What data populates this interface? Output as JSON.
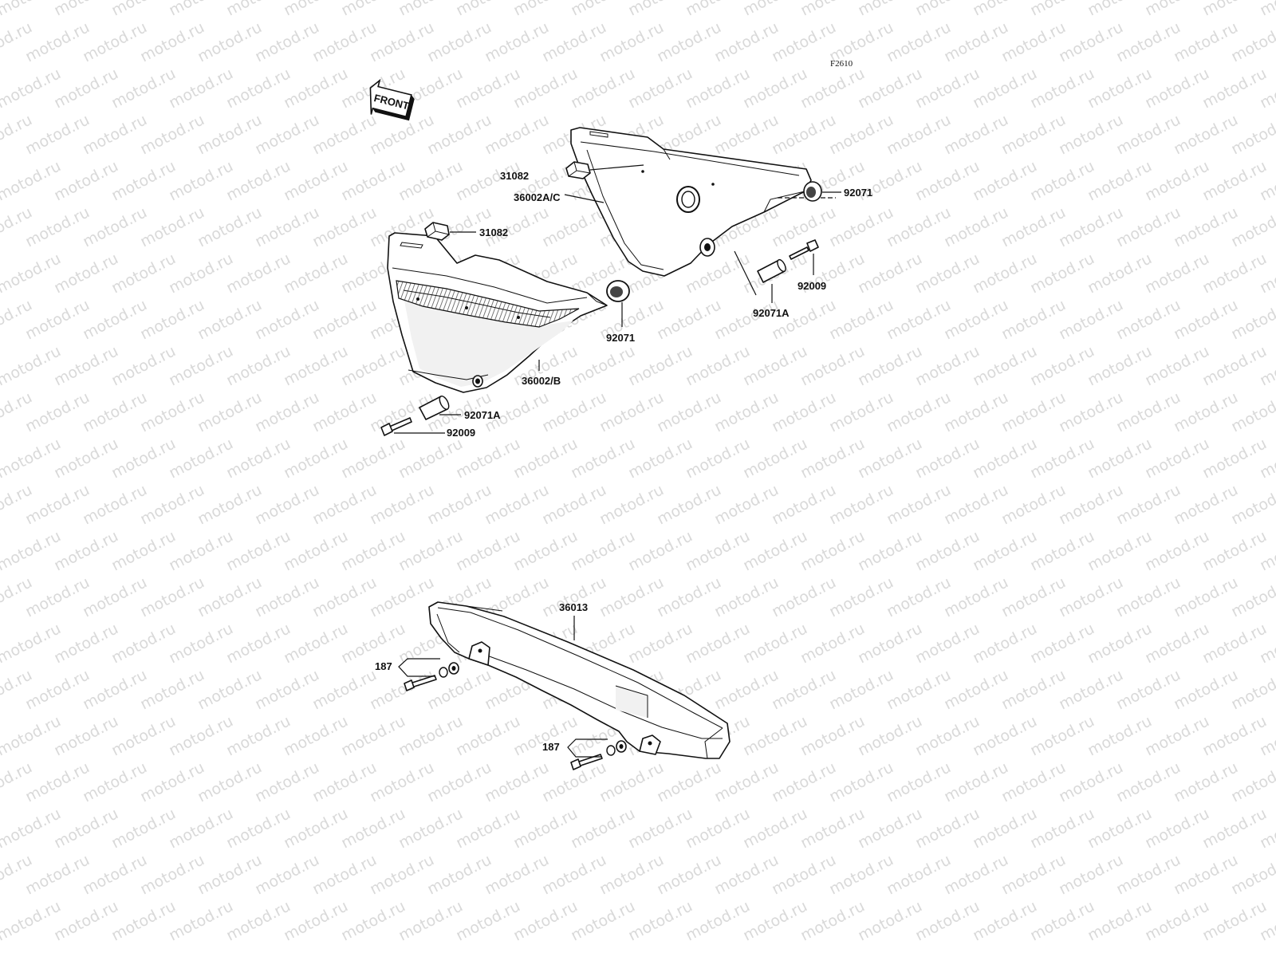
{
  "diagram": {
    "code": "F2610",
    "front_label": "FRONT",
    "watermark": "motod.ru",
    "colors": {
      "line": "#111111",
      "watermark": "#d9d9d9",
      "background": "#ffffff"
    },
    "labels": {
      "p31082_upper": "31082",
      "p36002_ac": "36002A/C",
      "p92071_right": "92071",
      "p31082_lower": "31082",
      "p92009_right": "92009",
      "p92071a_right": "92071A",
      "p92071_middle": "92071",
      "p36002_b": "36002/B",
      "p92071a_left": "92071A",
      "p92009_left": "92009",
      "p36013": "36013",
      "p187_upper": "187",
      "p187_lower": "187"
    }
  }
}
